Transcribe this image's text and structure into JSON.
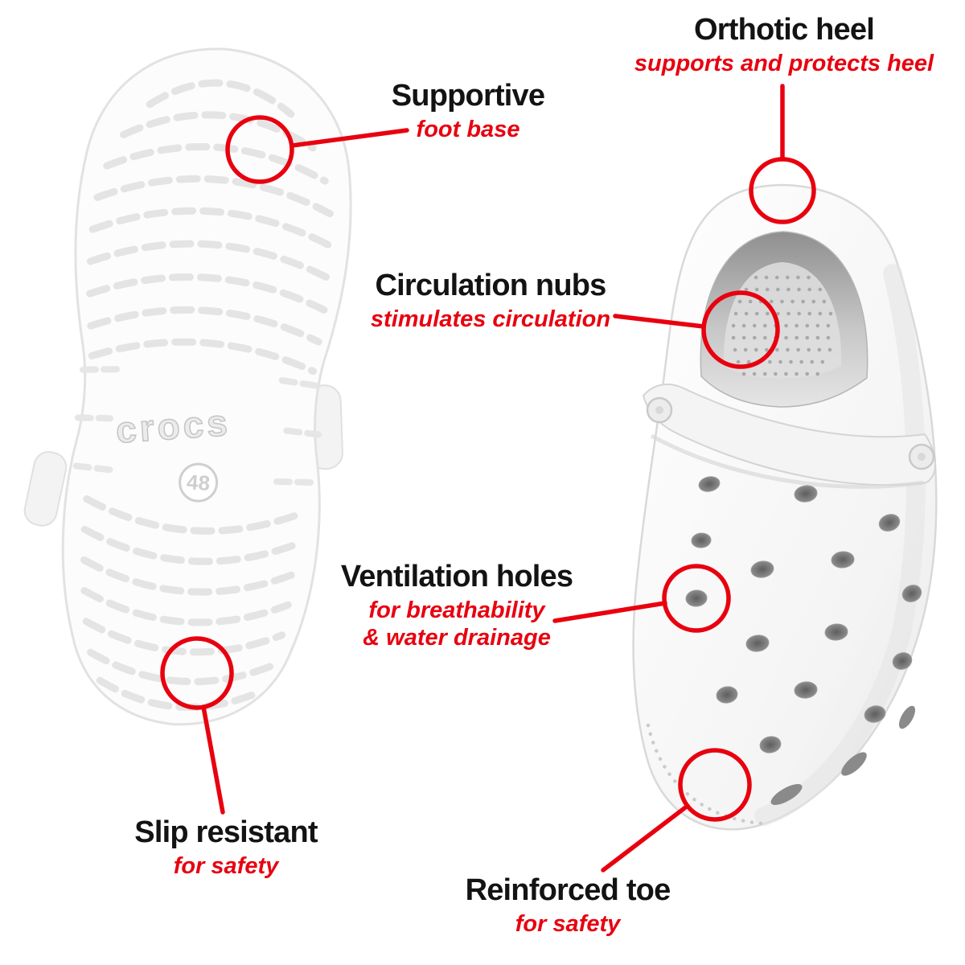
{
  "page": {
    "background": "#ffffff"
  },
  "colors": {
    "accent_red": "#e8000f",
    "title_black": "#131313",
    "shoe_white": "#f7f7f7"
  },
  "shoe": {
    "brand_logo": "crocs",
    "size_label": "48"
  },
  "annotations": [
    {
      "id": "supportive",
      "title": "Supportive",
      "subtitle": "foot base"
    },
    {
      "id": "orthotic-heel",
      "title": "Orthotic heel",
      "subtitle": "supports and protects heel"
    },
    {
      "id": "circulation-nubs",
      "title": "Circulation nubs",
      "subtitle": "stimulates circulation"
    },
    {
      "id": "ventilation-holes",
      "title": "Ventilation holes",
      "subtitle": "for breathability",
      "subtitle2": "& water drainage"
    },
    {
      "id": "slip-resistant",
      "title": "Slip resistant",
      "subtitle": "for safety"
    },
    {
      "id": "reinforced-toe",
      "title": "Reinforced toe",
      "subtitle": "for safety"
    }
  ]
}
